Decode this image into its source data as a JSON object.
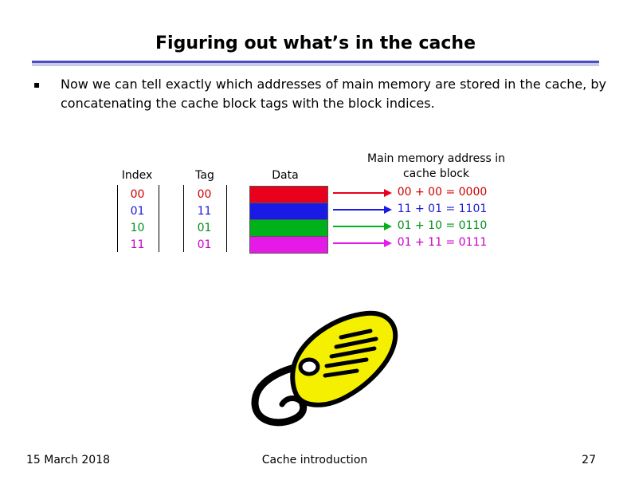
{
  "slide": {
    "title": "Figuring out what’s in the cache",
    "bullet": "Now we can tell exactly which addresses of main memory are stored in the cache, by concatenating the cache block tags with the block indices.",
    "bullet_mark": "▪"
  },
  "table": {
    "headers": {
      "index": "Index",
      "tag": "Tag",
      "data": "Data",
      "memory": "Main memory address in cache block"
    },
    "rows": [
      {
        "index": "00",
        "tag": "00",
        "color": "#e8001c",
        "memory": "00 + 00 = 0000"
      },
      {
        "index": "01",
        "tag": "11",
        "color": "#1a1ae6",
        "memory": "11 + 01 = 1101"
      },
      {
        "index": "10",
        "tag": "01",
        "color": "#00b21a",
        "memory": "01 + 10 = 0110"
      },
      {
        "index": "11",
        "tag": "01",
        "color": "#e61ae6",
        "memory": "01 + 11 = 0111"
      }
    ]
  },
  "footer": {
    "date": "15 March 2018",
    "topic": "Cache introduction",
    "page": "27"
  },
  "icons": {
    "tag_clipart": "luggage-tag-icon"
  }
}
